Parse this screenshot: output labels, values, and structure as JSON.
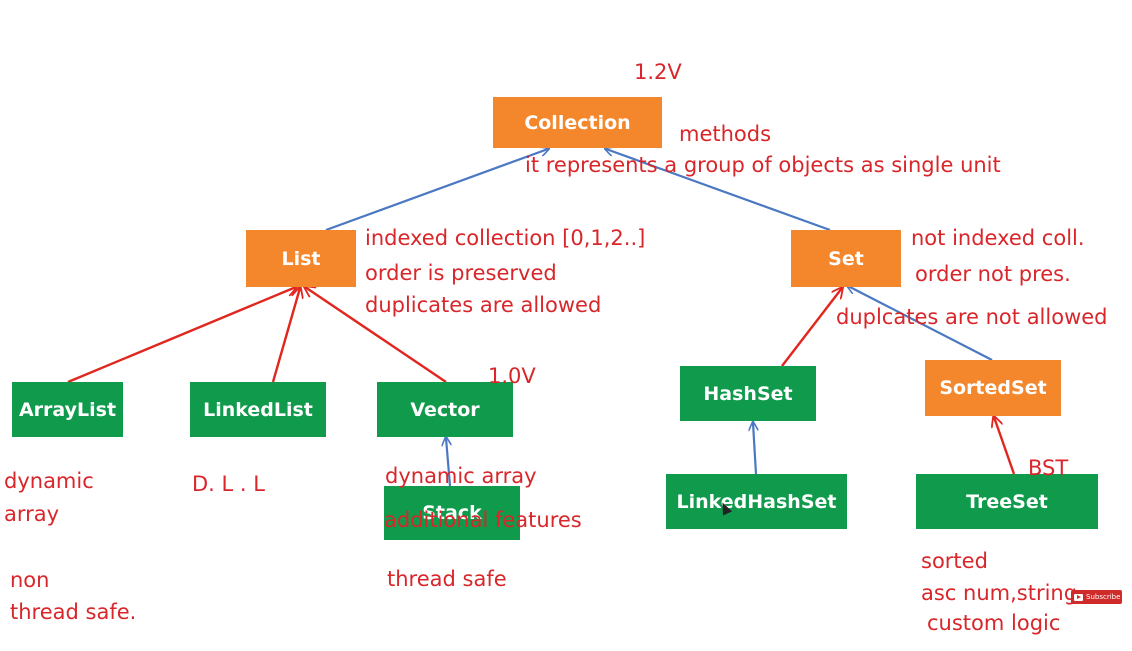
{
  "nodes": {
    "collection": "Collection",
    "list": "List",
    "set": "Set",
    "arraylist": "ArrayList",
    "linkedlist": "LinkedList",
    "vector": "Vector",
    "stack": "Stack",
    "hashset": "HashSet",
    "sortedset": "SortedSet",
    "linkedhashset": "LinkedHashSet",
    "treeset": "TreeSet"
  },
  "notes": {
    "version_collection": "1.2V",
    "collection_methods": "methods",
    "collection_desc": "it represents a group of objects as single unit",
    "list_1": "indexed collection [0,1,2..]",
    "list_2": "order is preserved",
    "list_3": "duplicates are allowed",
    "set_1": "not indexed coll.",
    "set_2": "order not pres.",
    "set_3": "duplcates are not allowed",
    "version_vector": "1.0V",
    "arraylist_1": "dynamic",
    "arraylist_2": "array",
    "arraylist_3": "non",
    "arraylist_4": "thread safe.",
    "linkedlist_1": "D. L . L",
    "vector_1": "dynamic array",
    "vector_2": "additional features",
    "vector_3": "thread safe",
    "treeset_bst": "BST",
    "treeset_1": "sorted",
    "treeset_2": "asc num,string",
    "treeset_3": "custom logic"
  },
  "subscribe_label": "Subscribe",
  "colors": {
    "interface_box": "#f4862b",
    "class_box": "#0f9a4c",
    "note_text": "#d8262a",
    "extends_arrow": "#4a78c2",
    "implements_arrow": "#e0261f"
  }
}
